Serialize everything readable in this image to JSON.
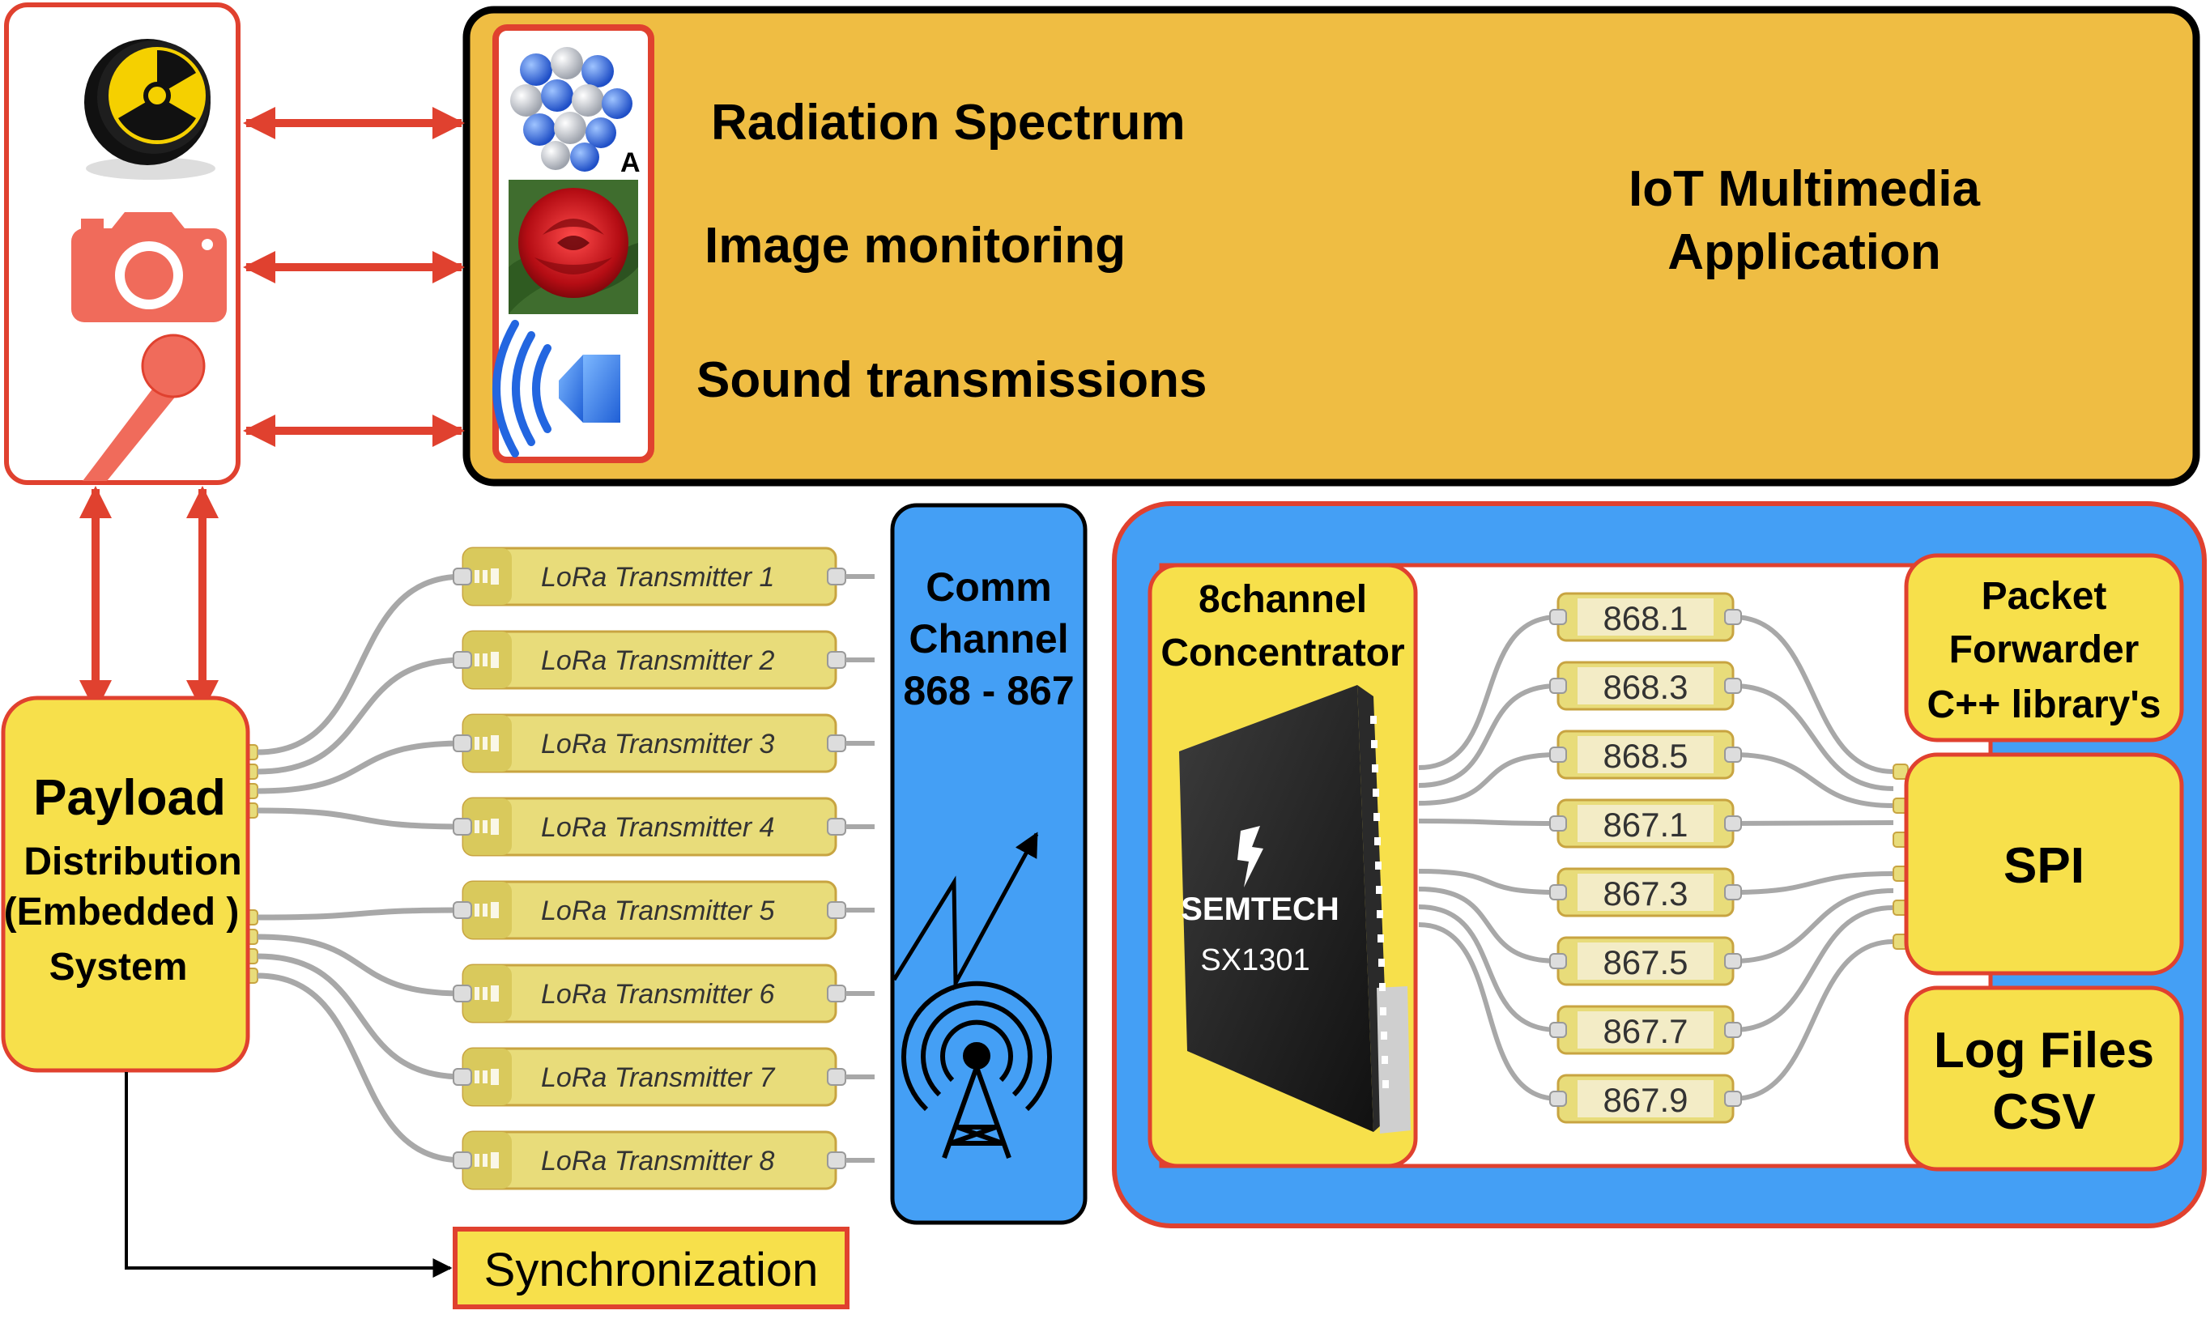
{
  "sensors": {
    "icons": [
      "radiation-icon",
      "camera-icon",
      "microphone-icon"
    ]
  },
  "application": {
    "title_line1": "IoT Multimedia",
    "title_line2": "Application",
    "items": [
      {
        "label": "Radiation Spectrum",
        "icon": "atom-cluster-icon",
        "badge": "A"
      },
      {
        "label": "Image monitoring",
        "icon": "rose-image-icon"
      },
      {
        "label": "Sound transmissions",
        "icon": "speaker-icon"
      }
    ]
  },
  "payload": {
    "line1": "Payload",
    "line2": "Distribution",
    "line3": "(Embedded )",
    "line4": "System"
  },
  "transmitters": [
    "LoRa Transmitter 1",
    "LoRa Transmitter 2",
    "LoRa Transmitter 3",
    "LoRa Transmitter 4",
    "LoRa Transmitter 5",
    "LoRa Transmitter 6",
    "LoRa Transmitter 7",
    "LoRa Transmitter 8"
  ],
  "comm_channel": {
    "line1": "Comm",
    "line2": "Channel",
    "line3": "868 - 867",
    "icon": "radio-tower-icon"
  },
  "concentrator": {
    "line1": "8channel",
    "line2": "Concentrator",
    "chip_brand": "SEMTECH",
    "chip_model": "SX1301"
  },
  "frequencies": [
    "868.1",
    "868.3",
    "868.5",
    "867.1",
    "867.3",
    "867.5",
    "867.7",
    "867.9"
  ],
  "packet_forwarder": {
    "line1": "Packet",
    "line2": "Forwarder",
    "line3": "C++ library's"
  },
  "spi": {
    "label": "SPI"
  },
  "log_files": {
    "line1": "Log Files",
    "line2": "CSV"
  },
  "synchronization": {
    "label": "Synchronization"
  },
  "colors": {
    "red": "#e0412f",
    "yellow": "#f7e04b",
    "orange": "#efbd43",
    "blue": "#449ff5",
    "node": "#e8dc7a"
  }
}
